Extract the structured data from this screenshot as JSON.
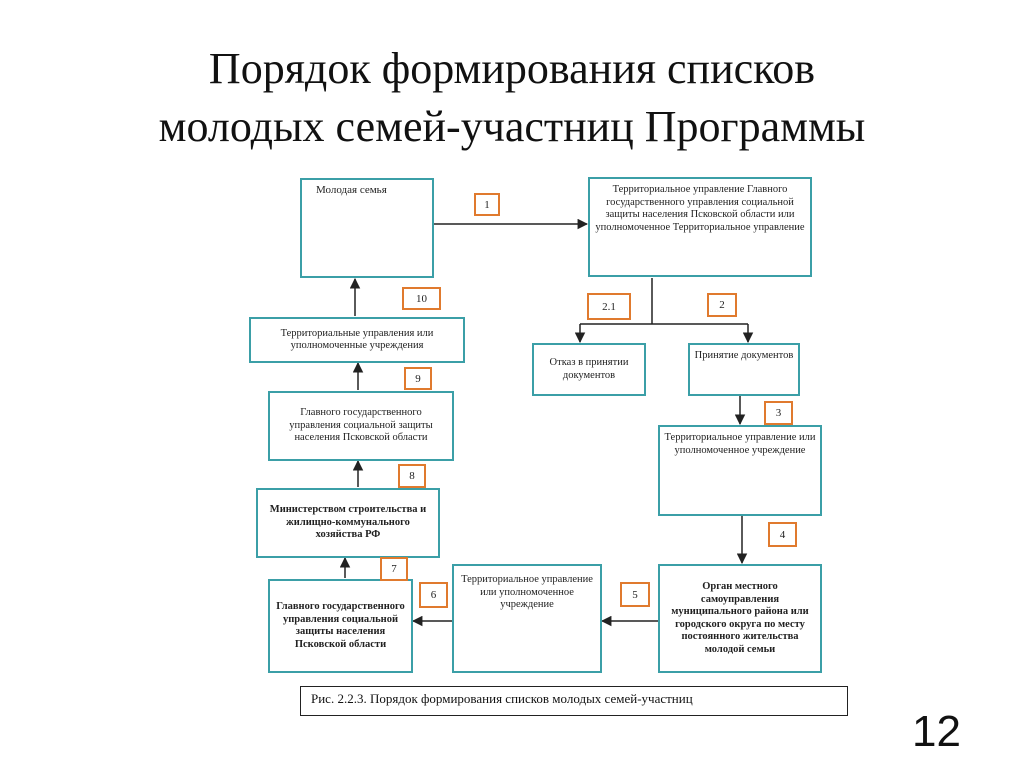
{
  "slide": {
    "title_line1": "Порядок формирования списков",
    "title_line2": "молодых семей-участниц Программы",
    "page_number": "12"
  },
  "diagram": {
    "caption": "Рис. 2.2.3. Порядок формирования списков  молодых семей-участниц",
    "nodes": {
      "young_family": "Молодая семья",
      "territorial_mgmt_top": "Территориальное управление Главного государственного управления социальной защиты населения Псковской области или уполномоченное Территориальное управление",
      "refusal": "Отказ в принятии документов",
      "acceptance": "Принятие документов",
      "territorial_or_authorized_1": "Территориальное управление или уполномоченное учреждение",
      "local_self_government": "Орган местного самоуправления муниципального района или городского округа по месту постоянного жительства молодой семьи",
      "territorial_or_authorized_2": "Территориальное управление или уполномоченное учреждение",
      "main_state_mgmt_bottom": "Главного государственного управления социальной защиты населения Псковской области",
      "ministry": "Министерством строительства и жилищно-коммунального хозяйства РФ",
      "main_state_mgmt_mid": "Главного государственного управления социальной защиты населения Псковской области",
      "territorial_mgmt_plural": "Территориальные управления или уполномоченные учреждения"
    },
    "step_labels": {
      "s1": "1",
      "s2_1": "2.1",
      "s2": "2",
      "s3": "3",
      "s4": "4",
      "s5": "5",
      "s6": "6",
      "s7": "7",
      "s8": "8",
      "s9": "9",
      "s10": "10"
    },
    "colors": {
      "box_border": "#3b9fa7",
      "step_border": "#e07a2e",
      "line": "#222222"
    }
  }
}
